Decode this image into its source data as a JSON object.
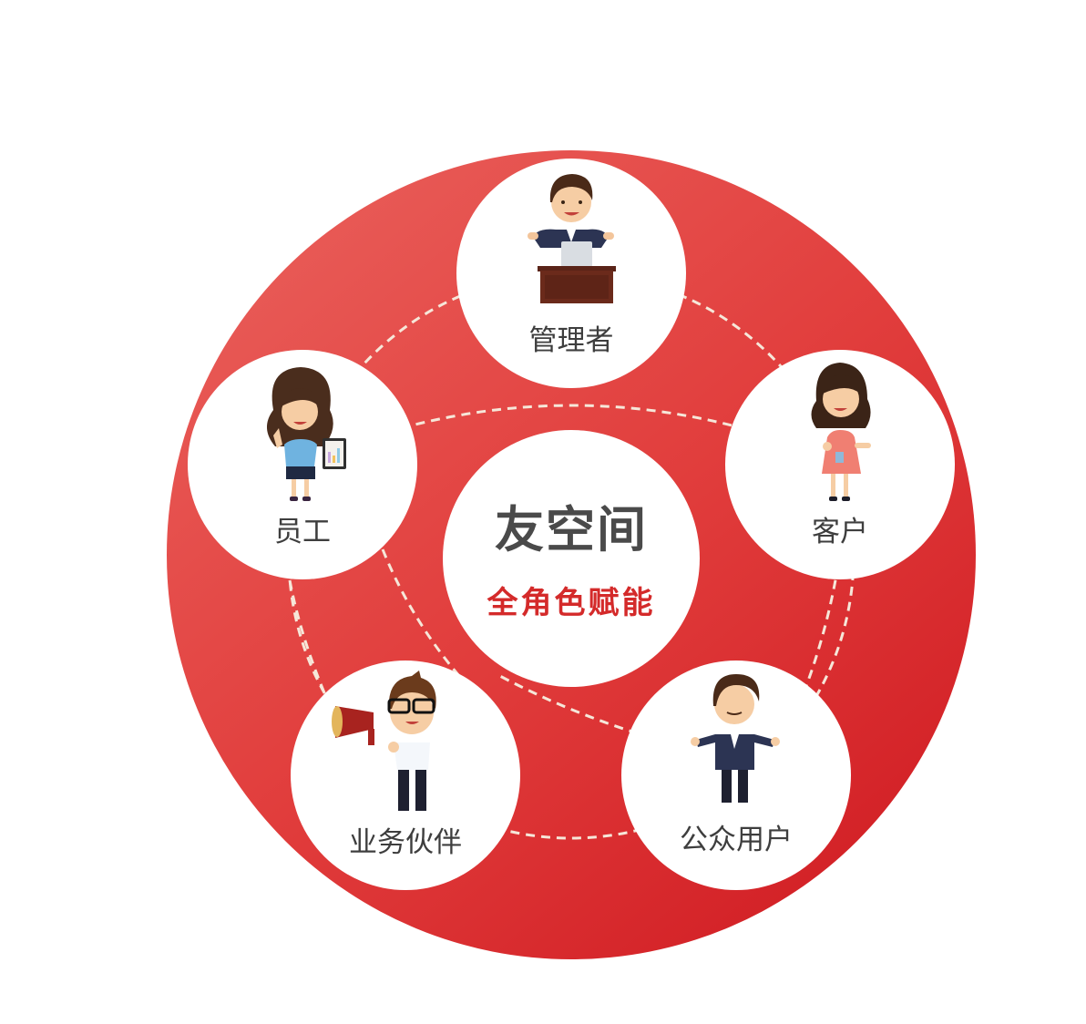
{
  "diagram": {
    "center": {
      "title": "友空间",
      "subtitle": "全角色赋能"
    },
    "roles": [
      {
        "label": "管理者",
        "icon": "manager-at-desk-icon"
      },
      {
        "label": "客户",
        "icon": "customer-woman-icon"
      },
      {
        "label": "公众用户",
        "icon": "public-user-man-icon"
      },
      {
        "label": "业务伙伴",
        "icon": "business-partner-megaphone-icon"
      },
      {
        "label": "员工",
        "icon": "employee-woman-tablet-icon"
      }
    ],
    "colors": {
      "ring_red_light": "#e85a56",
      "ring_red_dark": "#d32026",
      "subtitle_red": "#d42a2a",
      "title_gray": "#4a4a4a",
      "label_gray": "#3e3e3e",
      "node_fill": "#ffffff",
      "dash": "#f6e7d9"
    }
  }
}
